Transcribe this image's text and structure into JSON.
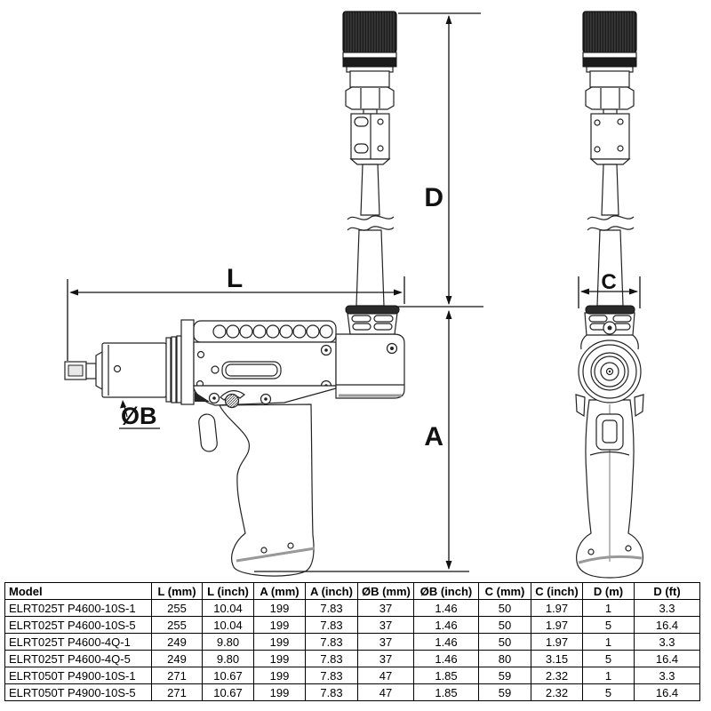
{
  "drawing": {
    "dim_length_label": "L",
    "dim_height_label": "A",
    "dim_cable_label": "D",
    "dim_width_label": "C",
    "dim_drive_label": "ØB"
  },
  "table": {
    "headers": [
      "Model",
      "L (mm)",
      "L (inch)",
      "A (mm)",
      "A (inch)",
      "ØB (mm)",
      "ØB (inch)",
      "C (mm)",
      "C (inch)",
      "D (m)",
      "D (ft)"
    ],
    "rows": [
      [
        "ELRT025T P4600-10S-1",
        "255",
        "10.04",
        "199",
        "7.83",
        "37",
        "1.46",
        "50",
        "1.97",
        "1",
        "3.3"
      ],
      [
        "ELRT025T P4600-10S-5",
        "255",
        "10.04",
        "199",
        "7.83",
        "37",
        "1.46",
        "50",
        "1.97",
        "5",
        "16.4"
      ],
      [
        "ELRT025T P4600-4Q-1",
        "249",
        "9.80",
        "199",
        "7.83",
        "37",
        "1.46",
        "50",
        "1.97",
        "1",
        "3.3"
      ],
      [
        "ELRT025T P4600-4Q-5",
        "249",
        "9.80",
        "199",
        "7.83",
        "37",
        "1.46",
        "80",
        "3.15",
        "5",
        "16.4"
      ],
      [
        "ELRT050T P4900-10S-1",
        "271",
        "10.67",
        "199",
        "7.83",
        "47",
        "1.85",
        "59",
        "2.32",
        "1",
        "3.3"
      ],
      [
        "ELRT050T P4900-10S-5",
        "271",
        "10.67",
        "199",
        "7.83",
        "47",
        "1.85",
        "59",
        "2.32",
        "5",
        "16.4"
      ]
    ]
  },
  "colors": {
    "line": "#222222",
    "dimension": "#111111",
    "cap_black": "#1c1c1c",
    "shade_gray": "#999999"
  }
}
